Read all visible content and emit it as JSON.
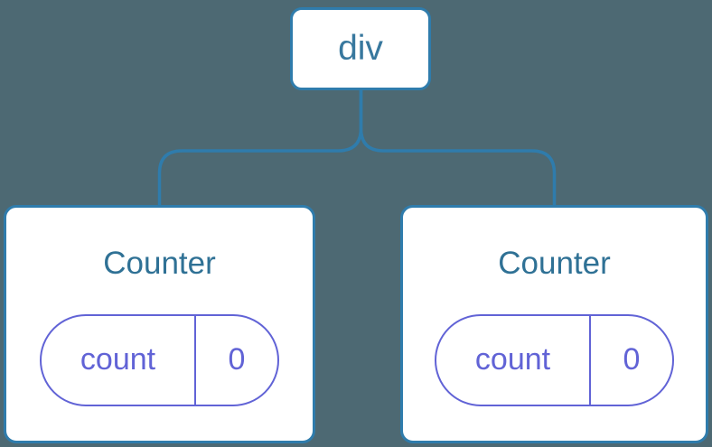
{
  "colors": {
    "background": "#4D6973",
    "node_fill": "#FFFFFF",
    "tree_stroke": "#2F7CAC",
    "root_text": "#38789E",
    "component_title": "#2F7195",
    "state_accent": "#6163D6"
  },
  "tree": {
    "root": {
      "label": "div"
    },
    "children": [
      {
        "title": "Counter",
        "state": {
          "key": "count",
          "value": "0"
        }
      },
      {
        "title": "Counter",
        "state": {
          "key": "count",
          "value": "0"
        }
      }
    ]
  }
}
